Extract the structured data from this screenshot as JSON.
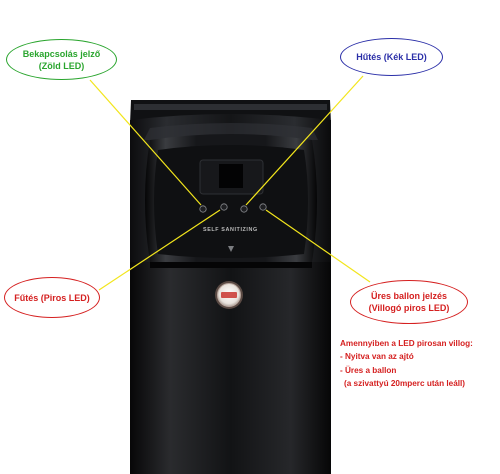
{
  "callouts": {
    "power": {
      "line1": "Bekapcsolás jelző",
      "line2": "(Zöld LED)",
      "color": "#2aa52e"
    },
    "cooling": {
      "line1": "Hűtés (Kék LED)",
      "color": "#2b2fa8"
    },
    "heating": {
      "line1": "Fűtés (Piros LED)",
      "color": "#d52020"
    },
    "empty": {
      "line1": "Üres ballon jelzés",
      "line2": "(Villogó piros LED)",
      "color": "#d52020"
    }
  },
  "note": {
    "heading": "Amennyiben a LED pirosan villog:",
    "items": [
      "- Nyitva van az ajtó",
      "- Üres a ballon",
      "(a szivattyú 20mperc után leáll)"
    ]
  },
  "device": {
    "label": "SELF SANITIZING",
    "leds": [
      {
        "role": "power",
        "color": "#2aa52e"
      },
      {
        "role": "heating",
        "color": "#d52020"
      },
      {
        "role": "cooling",
        "color": "#2b2fa8"
      },
      {
        "role": "empty",
        "color": "#d52020"
      }
    ]
  },
  "leader_line_color": "#f2e51c"
}
